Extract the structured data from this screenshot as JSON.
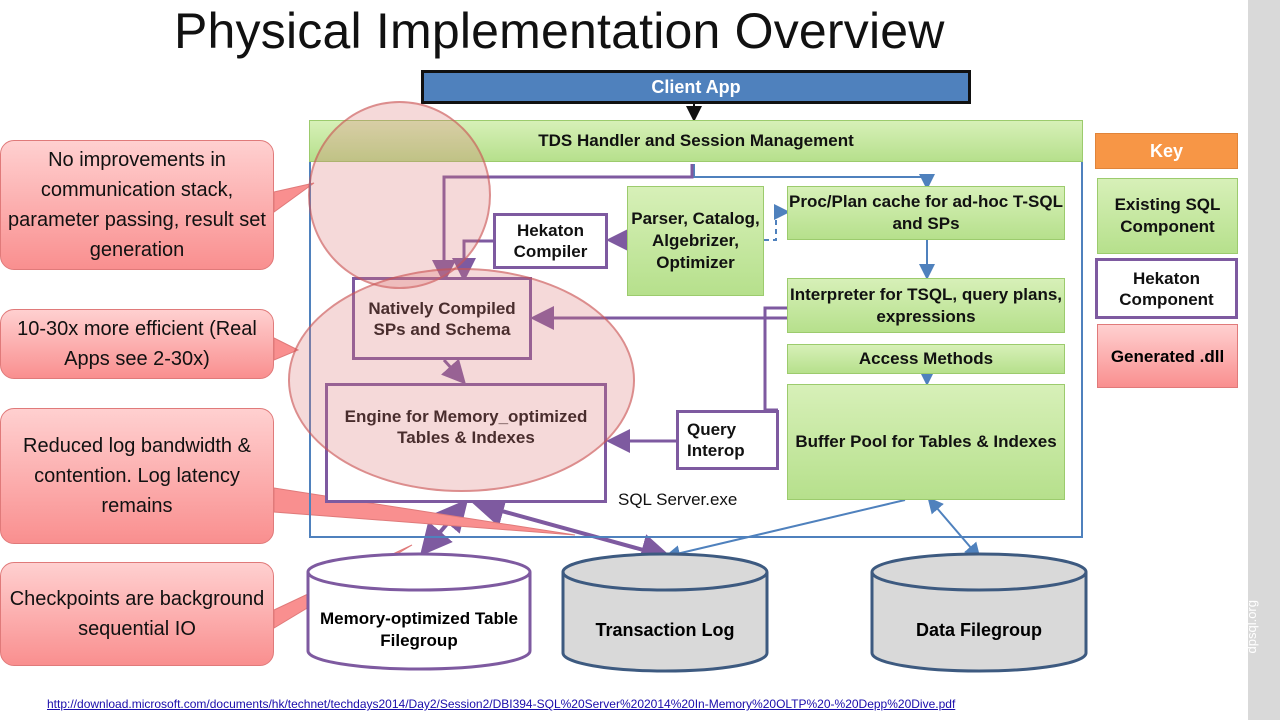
{
  "title": "Physical Implementation Overview",
  "client_app": "Client App",
  "tds_handler": "TDS Handler and Session Management",
  "hekaton_compiler": "Hekaton Compiler",
  "parser": "Parser, Catalog, Algebrizer, Optimizer",
  "proc_plan_cache": "Proc/Plan cache for ad-hoc T-SQL and SPs",
  "natively_compiled": "Natively Compiled SPs and Schema",
  "interpreter": "Interpreter for TSQL, query plans, expressions",
  "access_methods": "Access Methods",
  "engine": "Engine for Memory_optimized Tables & Indexes",
  "query_interop": "Query Interop",
  "buffer_pool": "Buffer Pool for Tables & Indexes",
  "sql_server_exe": "SQL Server.exe",
  "storage": {
    "memory_filegroup": "Memory-optimized Table Filegroup",
    "transaction_log": "Transaction Log",
    "data_filegroup": "Data Filegroup"
  },
  "callouts": [
    "No improvements in communication stack, parameter passing, result set generation",
    "10-30x more efficient (Real Apps see 2-30x)",
    "Reduced log bandwidth & contention. Log latency remains",
    "Checkpoints are background sequential IO"
  ],
  "key": {
    "title": "Key",
    "existing": "Existing SQL Component",
    "hekaton": "Hekaton Component",
    "generated": "Generated .dll"
  },
  "source_link": "http://download.microsoft.com/documents/hk/technet/techdays2014/Day2/Session2/DBI394-SQL%20Server%202014%20In-Memory%20OLTP%20-%20Depp%20Dive.pdf",
  "watermark": "dpsql.org",
  "colors": {
    "existing_component": "#b6e08c",
    "hekaton_border": "#7e5aa0",
    "callout": "#f98f8f",
    "client_app": "#4f81bd",
    "key_header": "#f79646"
  }
}
